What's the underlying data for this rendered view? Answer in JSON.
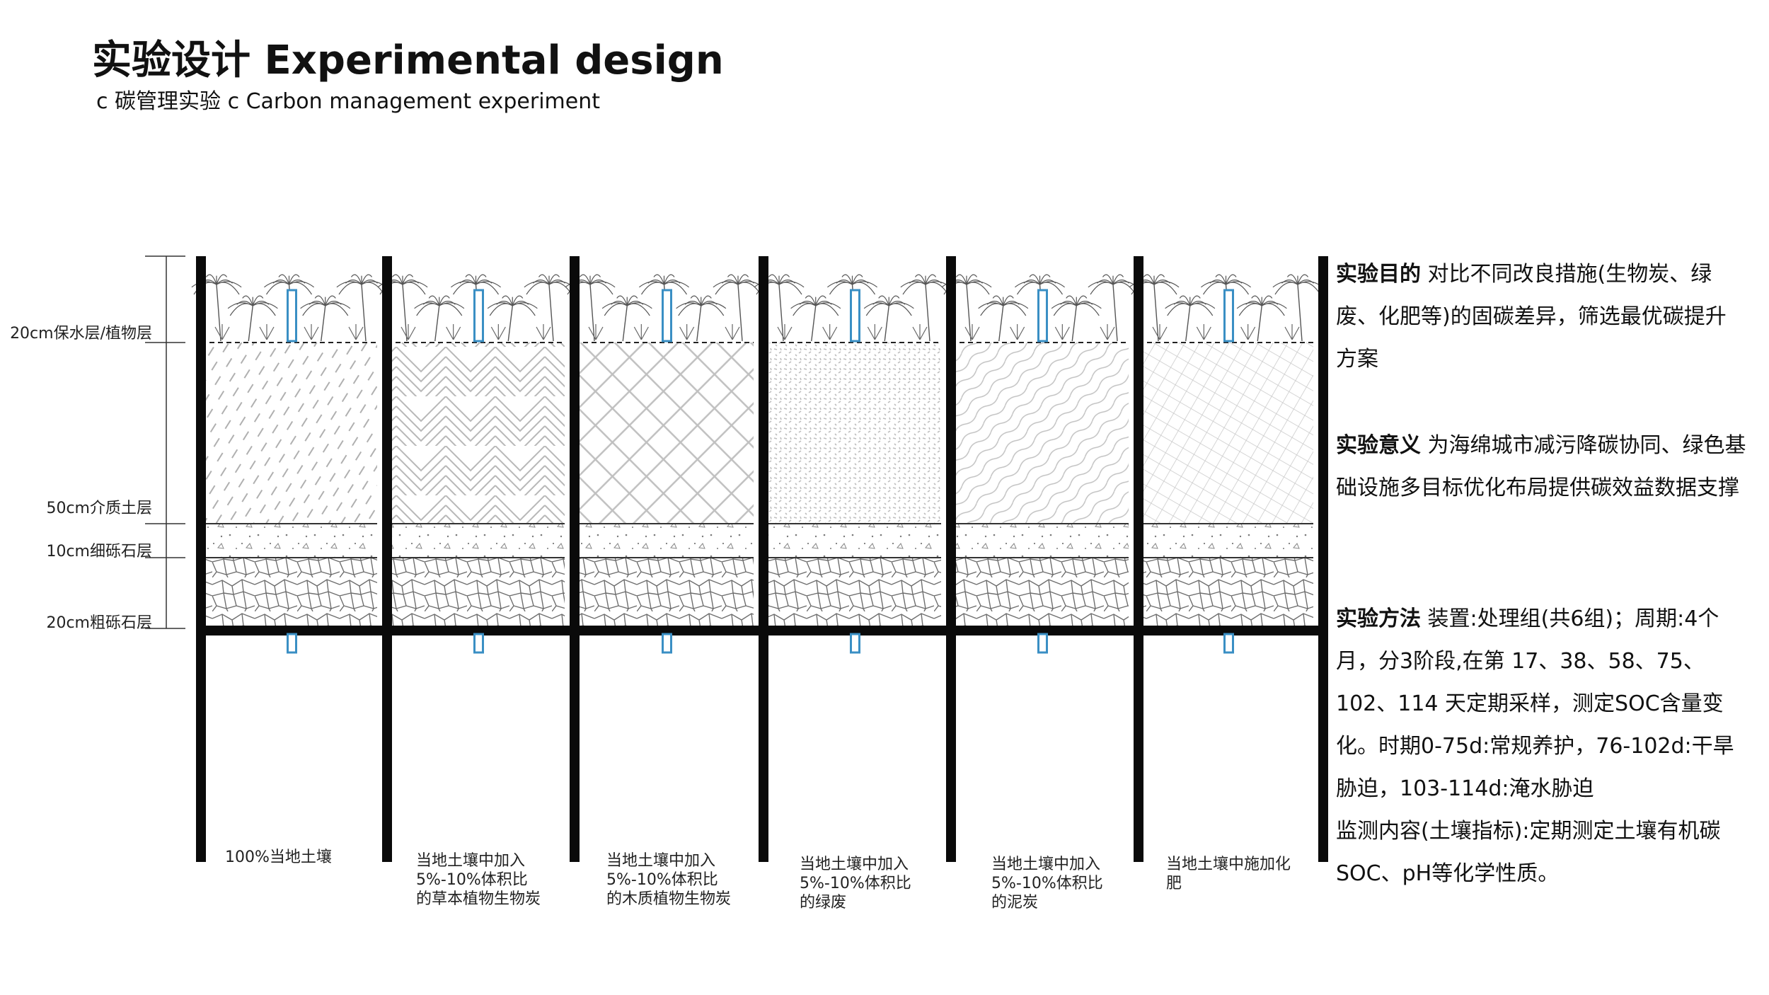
{
  "header": {
    "title": "实验设计 Experimental design",
    "subtitle": "c 碳管理实验  c Carbon management experiment"
  },
  "layers": [
    {
      "label": "20cm保水层/植物层"
    },
    {
      "label": "50cm介质土层"
    },
    {
      "label": "10cm细砾石层"
    },
    {
      "label": "20cm粗砾石层"
    }
  ],
  "columns": [
    {
      "caption": "100%当地土壤",
      "pattern": "dashes"
    },
    {
      "caption": "当地土壤中加入\n5%-10%体积比\n的草本植物生物炭",
      "pattern": "chevron"
    },
    {
      "caption": "当地土壤中加入\n5%-10%体积比\n的木质植物生物炭",
      "pattern": "diamond"
    },
    {
      "caption": "当地土壤中加入\n5%-10%体积比\n的绿废",
      "pattern": "stipple"
    },
    {
      "caption": "当地土壤中加入\n5%-10%体积比\n的泥炭",
      "pattern": "waves"
    },
    {
      "caption": "当地土壤中施加化\n肥",
      "pattern": "grid"
    }
  ],
  "info": {
    "purpose_head": "实验目的",
    "purpose_text": " 对比不同改良措施(生物炭、绿废、化肥等)的固碳差异，筛选最优碳提升方案",
    "significance_head": "实验意义",
    "significance_text": " 为海绵城市减污降碳协同、绿色基础设施多目标优化布局提供碳效益数据支撑",
    "method_head": "实验方法",
    "method_text": " 装置:处理组(共6组)；周期:4个月，分3阶段,在第 17、38、58、75、102、114 天定期采样，测定SOC含量变化。时期0-75d:常规养护，76-102d:干旱胁迫，103-114d:淹水胁迫",
    "monitor_text": "监测内容(土壤指标):定期测定土壤有机碳SOC、pH等化学性质。"
  },
  "colors": {
    "frame": "#0a0a0a",
    "sensor": "#3a8fc4",
    "hatch": "#b8b8b8",
    "stone": "#6e6e6e"
  }
}
